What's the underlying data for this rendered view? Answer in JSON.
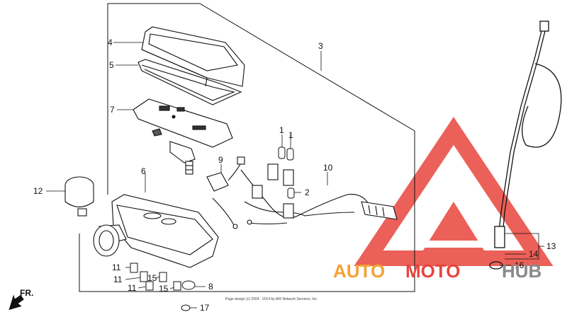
{
  "diagram": {
    "callouts": [
      {
        "id": "c1a",
        "text": "1"
      },
      {
        "id": "c1b",
        "text": "1"
      },
      {
        "id": "c2",
        "text": "2"
      },
      {
        "id": "c3",
        "text": "3"
      },
      {
        "id": "c4",
        "text": "4"
      },
      {
        "id": "c5",
        "text": "5"
      },
      {
        "id": "c6",
        "text": "6"
      },
      {
        "id": "c7",
        "text": "7"
      },
      {
        "id": "c8",
        "text": "8"
      },
      {
        "id": "c9",
        "text": "9"
      },
      {
        "id": "c10",
        "text": "10"
      },
      {
        "id": "c11a",
        "text": "11"
      },
      {
        "id": "c11b",
        "text": "11"
      },
      {
        "id": "c11c",
        "text": "11"
      },
      {
        "id": "c12",
        "text": "12"
      },
      {
        "id": "c13",
        "text": "13"
      },
      {
        "id": "c14",
        "text": "14"
      },
      {
        "id": "c15a",
        "text": "15"
      },
      {
        "id": "c15b",
        "text": "15"
      },
      {
        "id": "c16",
        "text": "16"
      },
      {
        "id": "c17",
        "text": "17"
      }
    ],
    "front_marker": "FR.",
    "copyright": "Page design (c) 2004 - 2014 by ARI Network Services, Inc."
  },
  "watermark": {
    "part1": "AUTO",
    "part2": "MOTO",
    "part3": "HUB",
    "color_red": "#e8453c",
    "color_orange": "#f3a234",
    "color_gray": "#8a8a8a"
  }
}
